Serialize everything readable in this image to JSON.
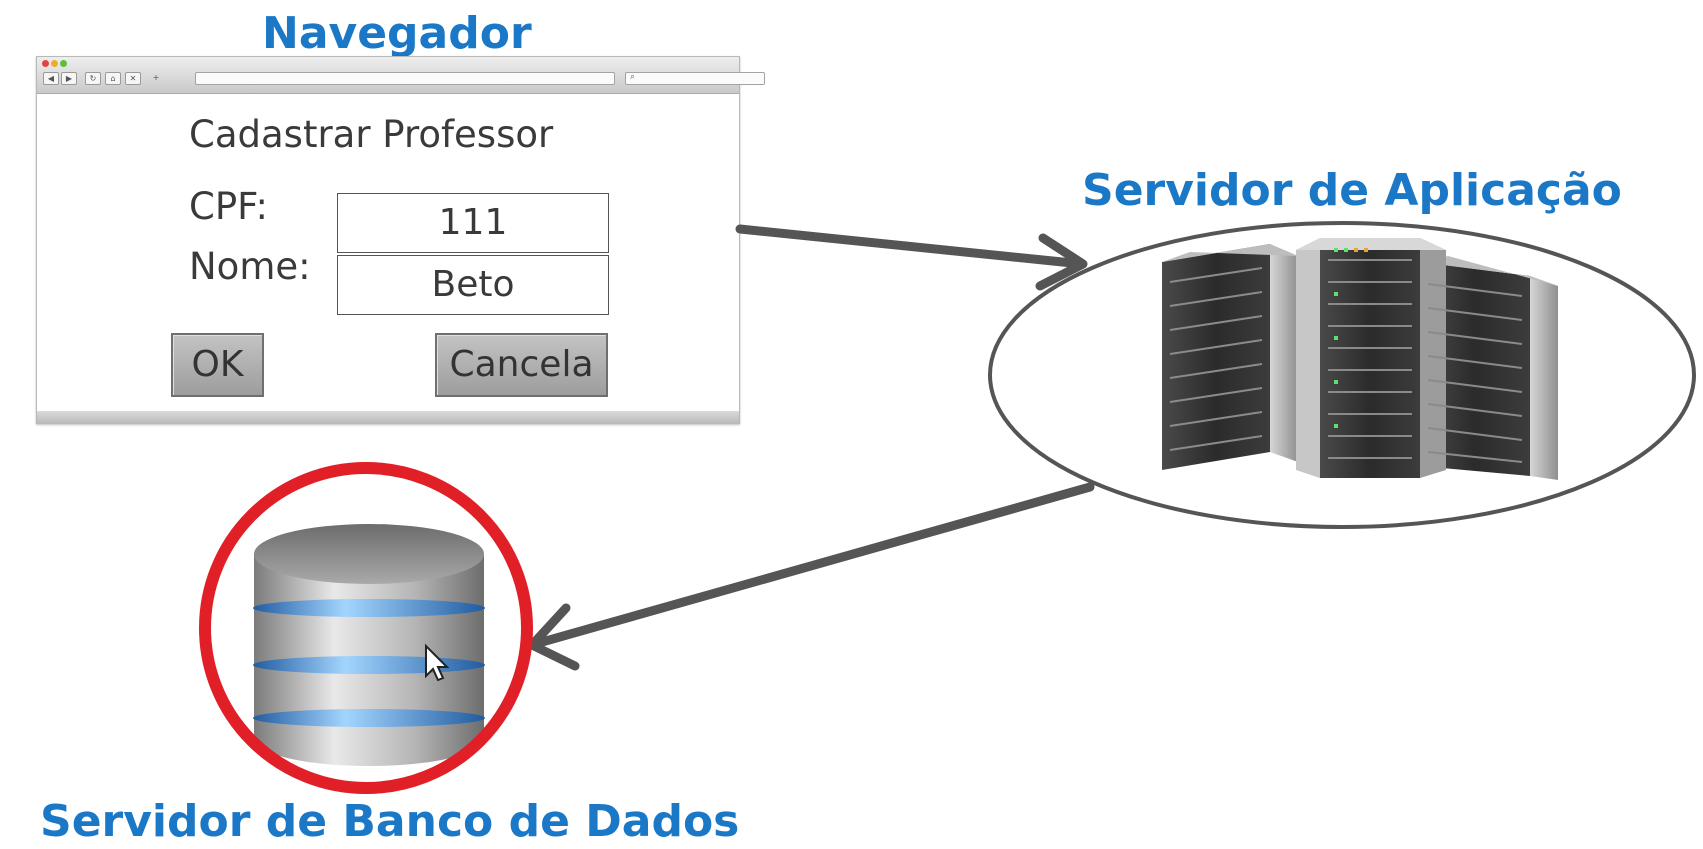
{
  "titles": {
    "browser": "Navegador",
    "app_server": "Servidor de Aplicação",
    "db_server": "Servidor de Banco de Dados"
  },
  "form": {
    "title": "Cadastrar Professor",
    "cpf_label": "CPF:",
    "cpf_value": "111",
    "name_label": "Nome:",
    "name_value": "Beto",
    "ok_label": "OK",
    "cancel_label": "Cancela"
  },
  "colors": {
    "title_blue": "#1a78c6",
    "highlight_red": "#e01f26",
    "arrow_gray": "#555555"
  }
}
